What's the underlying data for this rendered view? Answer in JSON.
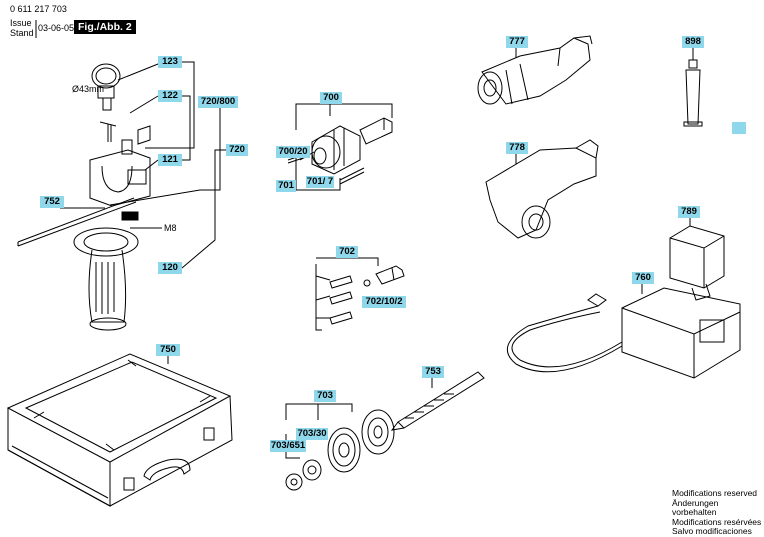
{
  "header": {
    "part_number": "0 611 217 703",
    "issue_label": "Issue",
    "stand_label": "Stand",
    "date": "03-06-05",
    "figure_label": "Fig./Abb. 2"
  },
  "callouts": {
    "c123": "123",
    "c122": "122",
    "c121": "121",
    "c720_800": "720/800",
    "c720": "720",
    "c752": "752",
    "c120": "120",
    "c700": "700",
    "c700_20": "700/20",
    "c701": "701",
    "c701_7": "701/ 7",
    "c777": "777",
    "c898": "898",
    "c778": "778",
    "c789": "789",
    "c702": "702",
    "c702_10_2": "702/10/2",
    "c760": "760",
    "c750": "750",
    "c703": "703",
    "c753": "753",
    "c703_30": "703/30",
    "c703_651": "703/651"
  },
  "labels": {
    "diameter": "Ø43mm",
    "thread": "M8"
  },
  "footer": {
    "line1": "Modifications reserved",
    "line2": "Änderungen vorbehalten",
    "line3": "Modifications resérvées",
    "line4": "Salvo modificaciones"
  },
  "colors": {
    "callout_fill": "#8fd7ea",
    "ink": "#000000"
  }
}
